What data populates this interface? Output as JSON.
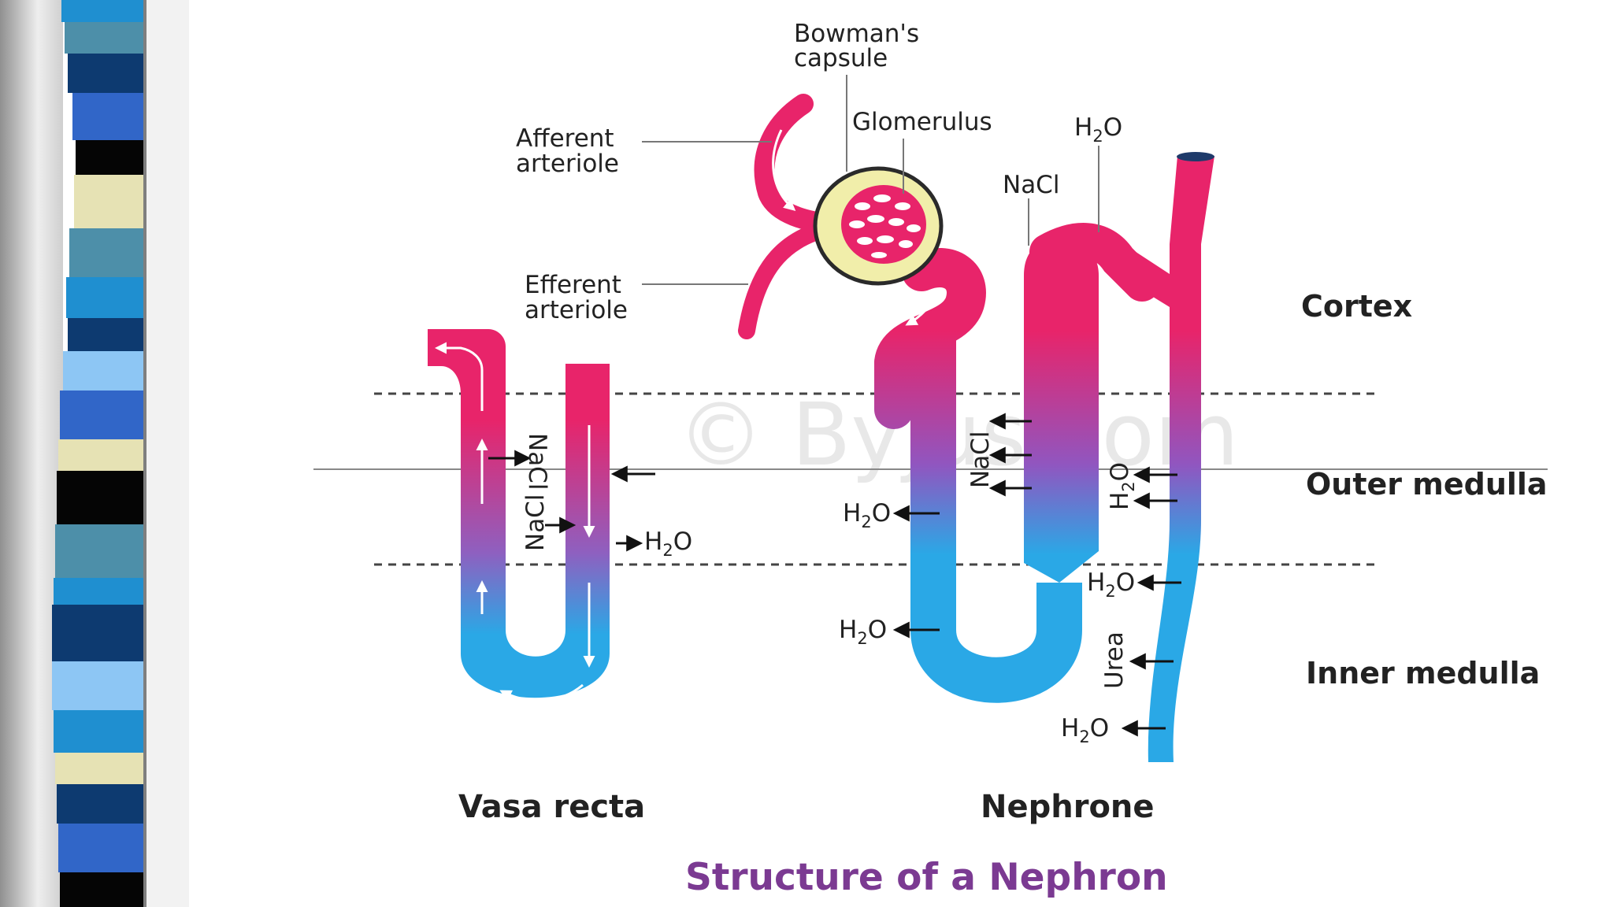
{
  "labels": {
    "bowmans_line1": "Bowman's",
    "bowmans_line2": "capsule",
    "glomerulus": "Glomerulus",
    "afferent_line1": "Afferent",
    "afferent_line2": "arteriole",
    "efferent_line1": "Efferent",
    "efferent_line2": "arteriole",
    "nacl": "NaCl",
    "h2o_h": "H",
    "h2o_sub": "2",
    "h2o_o": "O",
    "urea": "Urea"
  },
  "zones": {
    "cortex": "Cortex",
    "outer_medulla": "Outer medulla",
    "inner_medulla": "Inner medulla"
  },
  "captions": {
    "vasa_recta": "Vasa recta",
    "nephrone": "Nephrone"
  },
  "title": "Structure of a Nephron",
  "watermark": "© Byjus.com",
  "colors": {
    "cortex_pink": "#e8246a",
    "medulla_blue": "#2aa8e6",
    "capsule_yellow": "#f1eeaa",
    "title_purple": "#7b3a92"
  }
}
